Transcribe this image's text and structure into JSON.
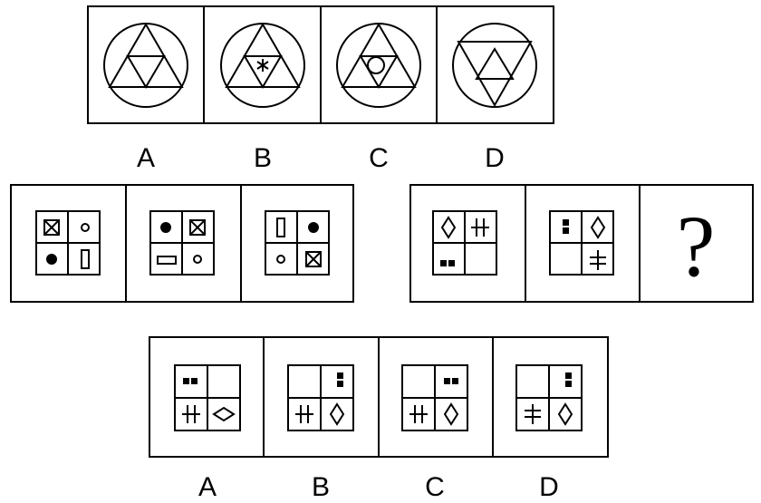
{
  "top_row": {
    "labels": [
      "A",
      "B",
      "C",
      "D"
    ],
    "options": [
      {
        "figure": "circle-triangle-inverted-inner-triangle"
      },
      {
        "figure": "circle-triangle-asterisk-center"
      },
      {
        "figure": "circle-triangle-small-circle-center"
      },
      {
        "figure": "circle-inverted-triangle-upright-inner-triangle"
      }
    ]
  },
  "sequence_1": [
    {
      "tl": "boxed-x",
      "tr": "small-circle",
      "bl": "dot",
      "br": "tall-rect"
    },
    {
      "tl": "dot",
      "tr": "boxed-x",
      "bl": "wide-rect",
      "br": "small-circle"
    },
    {
      "tl": "tall-rect",
      "tr": "dot",
      "bl": "small-circle",
      "br": "boxed-x"
    }
  ],
  "sequence_2": [
    {
      "tl": "diamond",
      "tr": "double-cross",
      "bl": "two-squares",
      "br": ""
    },
    {
      "tl": "stacked-squares",
      "tr": "diamond",
      "bl": "",
      "br": "cross-two-bars"
    }
  ],
  "question_mark": "?",
  "answers": {
    "labels": [
      "A",
      "B",
      "C",
      "D"
    ],
    "options": [
      {
        "tl": "two-squares",
        "tr": "",
        "bl": "double-cross",
        "br": "wide-diamond"
      },
      {
        "tl": "",
        "tr": "stacked-squares",
        "bl": "double-cross",
        "br": "diamond"
      },
      {
        "tl": "",
        "tr": "two-squares",
        "bl": "double-cross",
        "br": "diamond"
      },
      {
        "tl": "",
        "tr": "stacked-squares",
        "bl": "cross-two-bars",
        "br": "diamond"
      }
    ]
  }
}
